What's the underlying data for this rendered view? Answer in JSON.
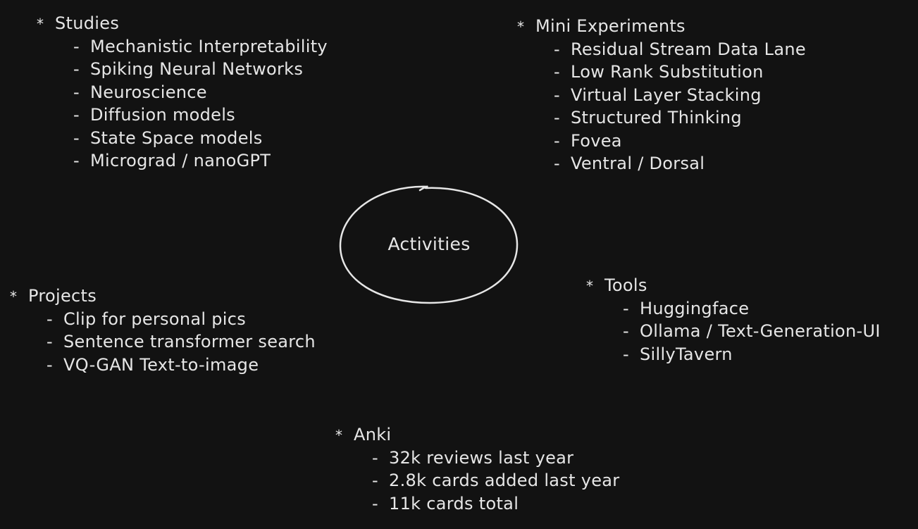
{
  "center": {
    "label": "Activities"
  },
  "studies": {
    "title": "Studies",
    "items": [
      "Mechanistic Interpretability",
      "Spiking Neural Networks",
      "Neuroscience",
      "Diffusion models",
      "State Space models",
      "Micrograd / nanoGPT"
    ]
  },
  "mini_experiments": {
    "title": "Mini Experiments",
    "items": [
      "Residual Stream Data Lane",
      "Low Rank Substitution",
      "Virtual Layer Stacking",
      "Structured Thinking",
      "Fovea",
      "Ventral / Dorsal"
    ]
  },
  "projects": {
    "title": "Projects",
    "items": [
      "Clip for personal pics",
      "Sentence transformer search",
      "VQ-GAN Text-to-image"
    ]
  },
  "tools": {
    "title": "Tools",
    "items": [
      "Huggingface",
      "Ollama / Text-Generation-UI",
      "SillyTavern"
    ]
  },
  "anki": {
    "title": "Anki",
    "items": [
      "32k reviews last year",
      "2.8k cards added last year",
      "11k cards total"
    ]
  },
  "glyphs": {
    "bullet": "*",
    "dash": "-"
  },
  "colors": {
    "background": "#121212",
    "text": "#e6e6e6"
  }
}
